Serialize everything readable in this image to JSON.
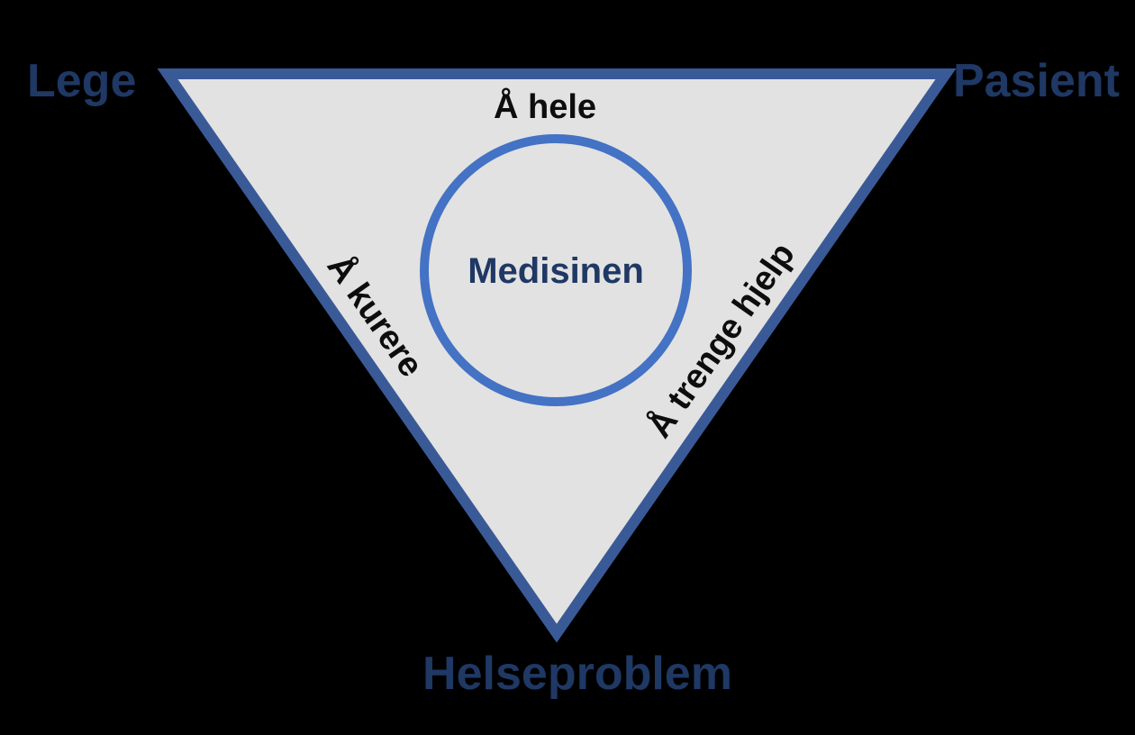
{
  "diagram": {
    "type": "inverted-triangle-relationship-diagram",
    "vertices": {
      "top_left": "Lege",
      "top_right": "Pasient",
      "bottom": "Helseproblem"
    },
    "edges": {
      "top": "Å hele",
      "left": "Å kurere",
      "right": "Å trenge hjelp"
    },
    "center_circle": "Medisinen"
  },
  "colors": {
    "bg": "#000000",
    "triangle_fill": "#e2e2e2",
    "triangle_stroke": "#3a5a97",
    "circle_stroke": "#4472c4",
    "navy_text": "#1f3864",
    "black_text": "#0d0d0d"
  }
}
